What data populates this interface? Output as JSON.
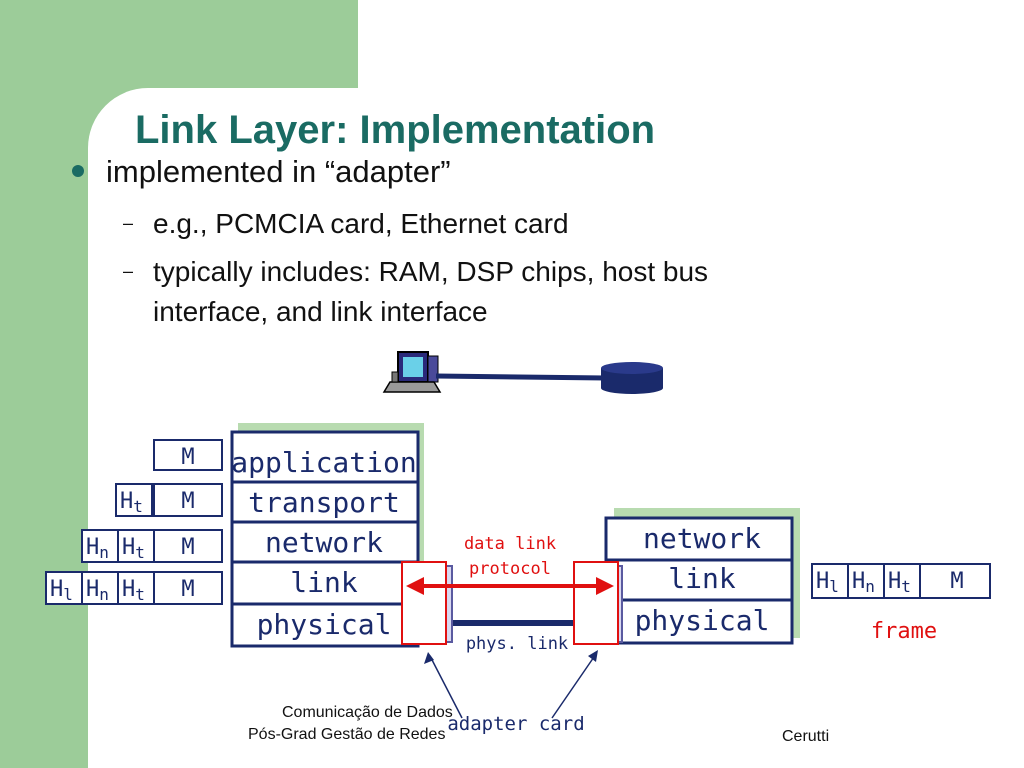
{
  "slide": {
    "title": "Link Layer: Implementation",
    "bullet1": "implemented in “adapter”",
    "sub1": "e.g., PCMCIA card, Ethernet card",
    "sub2_line1": "typically includes: RAM, DSP chips, host bus",
    "sub2_line2": "interface, and link interface",
    "dash": "–"
  },
  "left_stack": {
    "application": "application",
    "transport": "transport",
    "network": "network",
    "link": "link",
    "physical": "physical"
  },
  "right_stack": {
    "network": "network",
    "link": "link",
    "physical": "physical"
  },
  "headers": {
    "m": "M",
    "ht": "H",
    "ht_sub": "t",
    "hn": "H",
    "hn_sub": "n",
    "hl": "H",
    "hl_sub": "l"
  },
  "labels": {
    "data_link_1": "data link",
    "data_link_2": "protocol",
    "phys_link": "phys. link",
    "adapter_card": "adapter card",
    "frame": "frame"
  },
  "footer": {
    "line1": "Comunicação de Dados",
    "line2": "Pós-Grad Gestão de Redes",
    "author": "Cerutti"
  },
  "colors": {
    "title": "#1a6b63",
    "band": "#9ccc99",
    "navy": "#1a2a6b",
    "red": "#e01010"
  },
  "icons": [
    "computer-icon",
    "network-cylinder-icon"
  ]
}
